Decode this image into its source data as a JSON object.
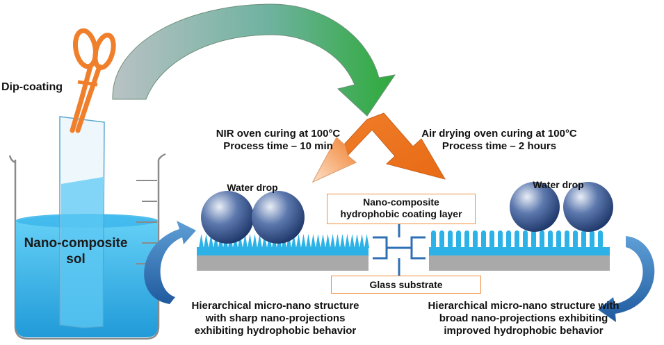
{
  "labels": {
    "dip_coating": "Dip-coating",
    "sol": "Nano-composite\nsol",
    "nir_curing": "NIR oven curing at 100°C\nProcess time – 10 min",
    "air_curing": "Air drying oven curing at 100°C\nProcess time – 2 hours",
    "water_drop_left": "Water drop",
    "water_drop_right": "Water drop",
    "coating_layer": "Nano-composite\nhydrophobic coating layer",
    "glass_substrate": "Glass substrate",
    "left_caption": "Hierarchical micro-nano structure\nwith sharp nano-projections\nexhibiting hydrophobic behavior",
    "right_caption": "Hierarchical micro-nano structure with\nbroad nano-projections exhibiting\nimproved hydrophobic behavior"
  },
  "colors": {
    "scissors": "#f07f2c",
    "sol": "#29aee8",
    "nano_layer": "#2cb2e6",
    "glass": "#a9a9a9",
    "drop": "#2f4f8f",
    "curved_arrow": "#2f6fb3",
    "big_arrow_start": "#b9c2c4",
    "big_arrow_end": "#2eaa3a",
    "split_arrow": "#f07f2c",
    "box_border": "#f08c3c"
  }
}
